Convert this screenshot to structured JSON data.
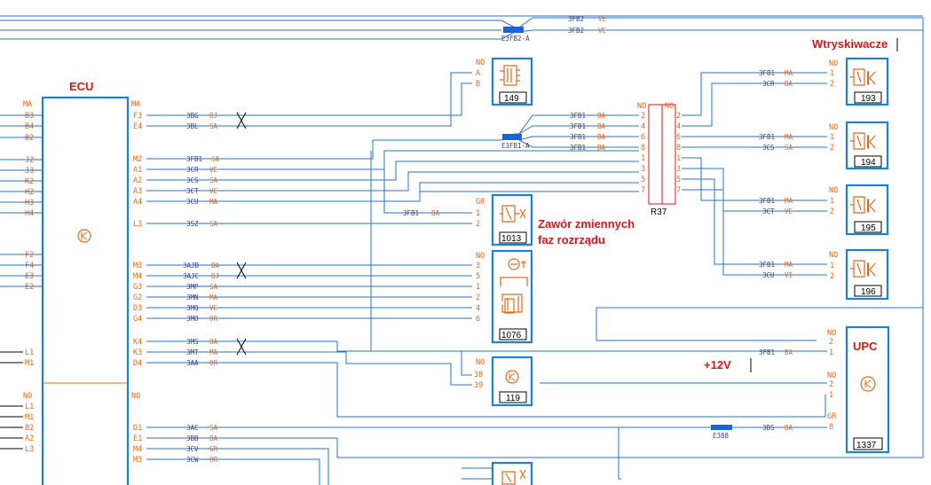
{
  "labels": {
    "ecu": "ECU",
    "injectors": "Wtryskiwacze",
    "vvt_line1": "Zawór zmiennych",
    "vvt_line2": "faz rozrządu",
    "upc": "UPC",
    "plus12": "+12V"
  },
  "ecu": {
    "left_pins_top": [
      "MA",
      "B3",
      "B4",
      "B2",
      "J2",
      "J3",
      "K2",
      "H2",
      "H3",
      "H4",
      "F2",
      "F4",
      "E3",
      "E2",
      "L1",
      "M1"
    ],
    "left_pins_bottom": [
      "NO",
      "L1",
      "M1",
      "B2",
      "A2",
      "L3"
    ],
    "right_connector_top": "MA",
    "right_connector_bottom": "NO",
    "right_pins": [
      "F3",
      "E4",
      "M2",
      "A1",
      "A2",
      "A3",
      "A4",
      "L3",
      "M3",
      "M4",
      "G3",
      "G2",
      "D3",
      "G4",
      "K4",
      "K3",
      "D4",
      "D1",
      "E1",
      "M4",
      "M3"
    ]
  },
  "wires_ecu": [
    {
      "code": "3BG",
      "color": "BJ"
    },
    {
      "code": "3BL",
      "color": "SA"
    },
    {
      "code": "3FB1",
      "color": "SA"
    },
    {
      "code": "3CR",
      "color": "VE"
    },
    {
      "code": "3CS",
      "color": "SA"
    },
    {
      "code": "3CT",
      "color": "VE"
    },
    {
      "code": "3CU",
      "color": "MA"
    },
    {
      "code": "3SZ",
      "color": "SA"
    },
    {
      "code": "3AJB",
      "color": "BA"
    },
    {
      "code": "3AJC",
      "color": "BJ"
    },
    {
      "code": "3MP",
      "color": "SA"
    },
    {
      "code": "3MN",
      "color": "MA"
    },
    {
      "code": "3MQ",
      "color": "VE"
    },
    {
      "code": "3MO",
      "color": "OR"
    },
    {
      "code": "3MS",
      "color": "BA"
    },
    {
      "code": "3MT",
      "color": "MA"
    },
    {
      "code": "3AA",
      "color": "OR"
    },
    {
      "code": "3AC",
      "color": "SA"
    },
    {
      "code": "3BB",
      "color": "BA"
    },
    {
      "code": "3CV",
      "color": "GR"
    },
    {
      "code": "3CW",
      "color": "OR"
    }
  ],
  "top_wires": [
    {
      "code": "3FB2",
      "color": "VE"
    },
    {
      "code": "3FB2",
      "color": "VE"
    }
  ],
  "splices": {
    "e3fb2": "E3FB2-A",
    "e3fb1": "E3FB1-A",
    "e388": "E388"
  },
  "wires_r37_left": [
    {
      "code": "3FB1",
      "color": "BA"
    },
    {
      "code": "3FB1",
      "color": "BA"
    },
    {
      "code": "3FB1",
      "color": "BA"
    },
    {
      "code": "3FB1",
      "color": "BA"
    }
  ],
  "r37": {
    "ref": "R37",
    "left_header": "NO",
    "right_header": "NO",
    "left_pins": [
      "2",
      "4",
      "6",
      "8",
      "1",
      "3",
      "5",
      "7"
    ],
    "right_pins": [
      "2",
      "4",
      "6",
      "8",
      "1",
      "3",
      "5",
      "7"
    ]
  },
  "components": {
    "c149": {
      "ref": "149",
      "connector": "NO",
      "pins": [
        "A",
        "B"
      ]
    },
    "c1013": {
      "ref": "1013",
      "connector": "GR",
      "pins": [
        "1",
        "2"
      ],
      "wire": {
        "code": "3FB1",
        "color": "BA"
      }
    },
    "c1076": {
      "ref": "1076",
      "connector": "NO",
      "pins": [
        "3",
        "5",
        "1",
        "2",
        "4",
        "6"
      ]
    },
    "c119": {
      "ref": "119",
      "connector": "NO",
      "pins": [
        "38",
        "39"
      ]
    },
    "c1337": {
      "ref": "1337",
      "connector_a": "NO",
      "pins_a": [
        "2",
        "1"
      ],
      "connector_b": "NO",
      "pins_b": [
        "2",
        "1"
      ],
      "connector_c": "GR",
      "pins_c": [
        "8"
      ]
    }
  },
  "injectors": [
    {
      "ref": "193",
      "connector": "NO",
      "pins": [
        "1",
        "2"
      ],
      "wires": [
        {
          "code": "3FB1",
          "color": "MA"
        },
        {
          "code": "3CR",
          "color": "BA"
        }
      ]
    },
    {
      "ref": "194",
      "connector": "NO",
      "pins": [
        "1",
        "2"
      ],
      "wires": [
        {
          "code": "3FB1",
          "color": "MA"
        },
        {
          "code": "3CS",
          "color": "SA"
        }
      ]
    },
    {
      "ref": "195",
      "connector": "NO",
      "pins": [
        "1",
        "2"
      ],
      "wires": [
        {
          "code": "3FB1",
          "color": "MA"
        },
        {
          "code": "3CT",
          "color": "VE"
        }
      ]
    },
    {
      "ref": "196",
      "connector": "NO",
      "pins": [
        "1",
        "2"
      ],
      "wires": [
        {
          "code": "3FB1",
          "color": "MA"
        },
        {
          "code": "3CU",
          "color": "VI"
        }
      ]
    }
  ],
  "wire_upc": {
    "code": "3FB1",
    "color": "BA"
  },
  "wire_e388": {
    "code": "3BS",
    "color": "BA"
  },
  "colors": {
    "wire": "#2a72c8",
    "box": "#1e7fd8",
    "pin": "#e06a1a",
    "callout": "#d8161a"
  }
}
